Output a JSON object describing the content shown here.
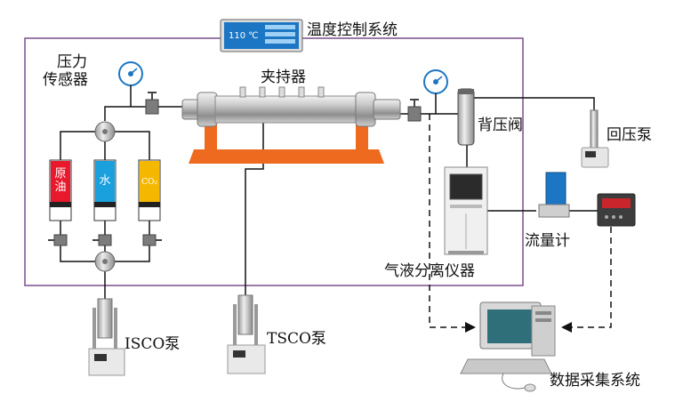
{
  "labels": {
    "temperature_control": "温度控制系统",
    "temperature_display": "110 ℃",
    "pressure_sensor_line1": "压力",
    "pressure_sensor_line2": "传感器",
    "core_holder": "夹持器",
    "back_pressure_valve": "背压阀",
    "back_pressure_pump": "回压泵",
    "flow_meter": "流量计",
    "gas_liquid_separator": "气液分离仪器",
    "isco_pump": "ISCO泵",
    "tsco_pump": "TSCO泵",
    "data_acquisition": "数据采集系统"
  },
  "cylinders": [
    {
      "text_line1": "原",
      "text_line2": "油",
      "color": "#e8192c"
    },
    {
      "text_line1": "水",
      "text_line2": "",
      "color": "#1aa0dc"
    },
    {
      "text_line1": "CO₂",
      "text_line2": "",
      "color": "#f5b800"
    }
  ],
  "colors": {
    "oven_frame": "#7a4e8c",
    "holder_stand": "#ee6a1f",
    "panel_blue": "#1d76c4",
    "line": "#111111"
  }
}
